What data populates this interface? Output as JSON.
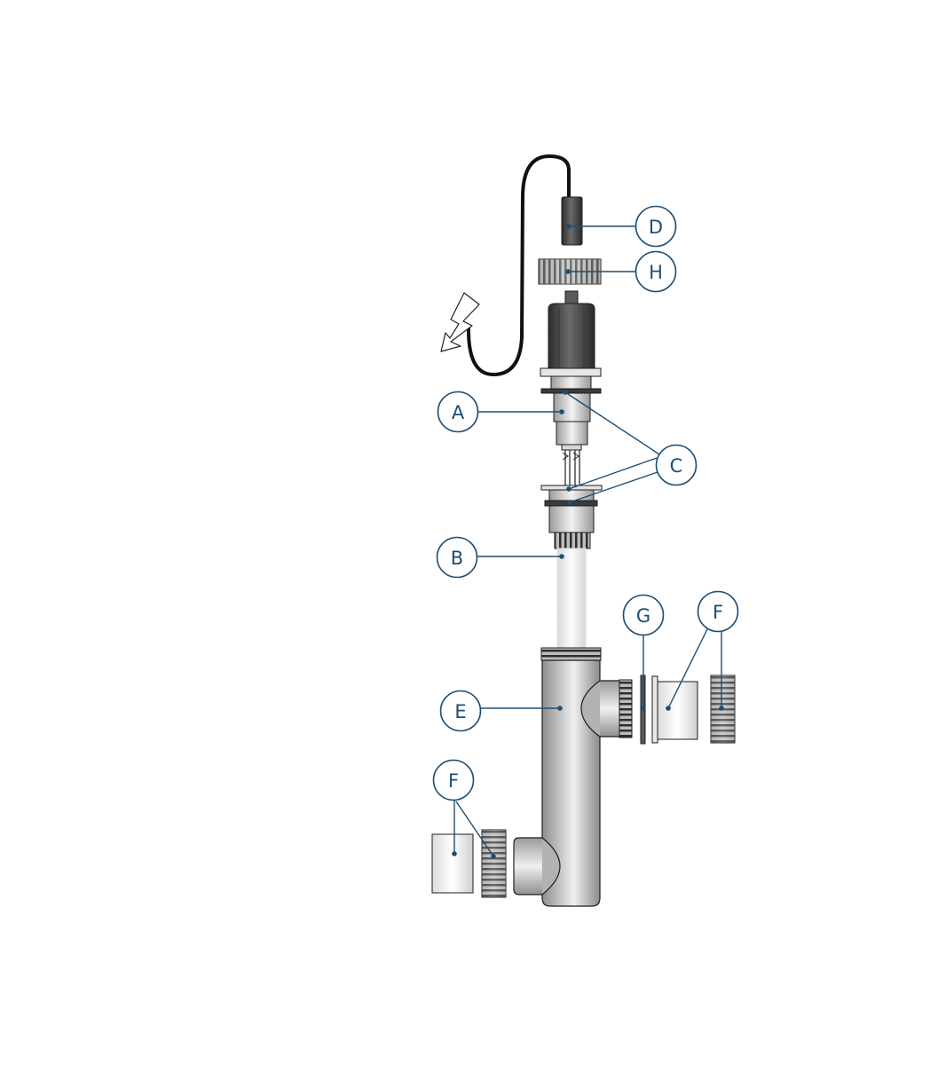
{
  "callouts": {
    "a": "A",
    "b": "B",
    "c": "C",
    "d": "D",
    "e": "E",
    "f_right": "F",
    "f_left": "F",
    "g": "G",
    "h": "H"
  },
  "colors": {
    "callout": "#1d4e74",
    "cable": "#111111",
    "dark_part": "#4a4a4a",
    "light_part": "#e6e6e6"
  },
  "icons": [
    "power-arrow-icon"
  ]
}
